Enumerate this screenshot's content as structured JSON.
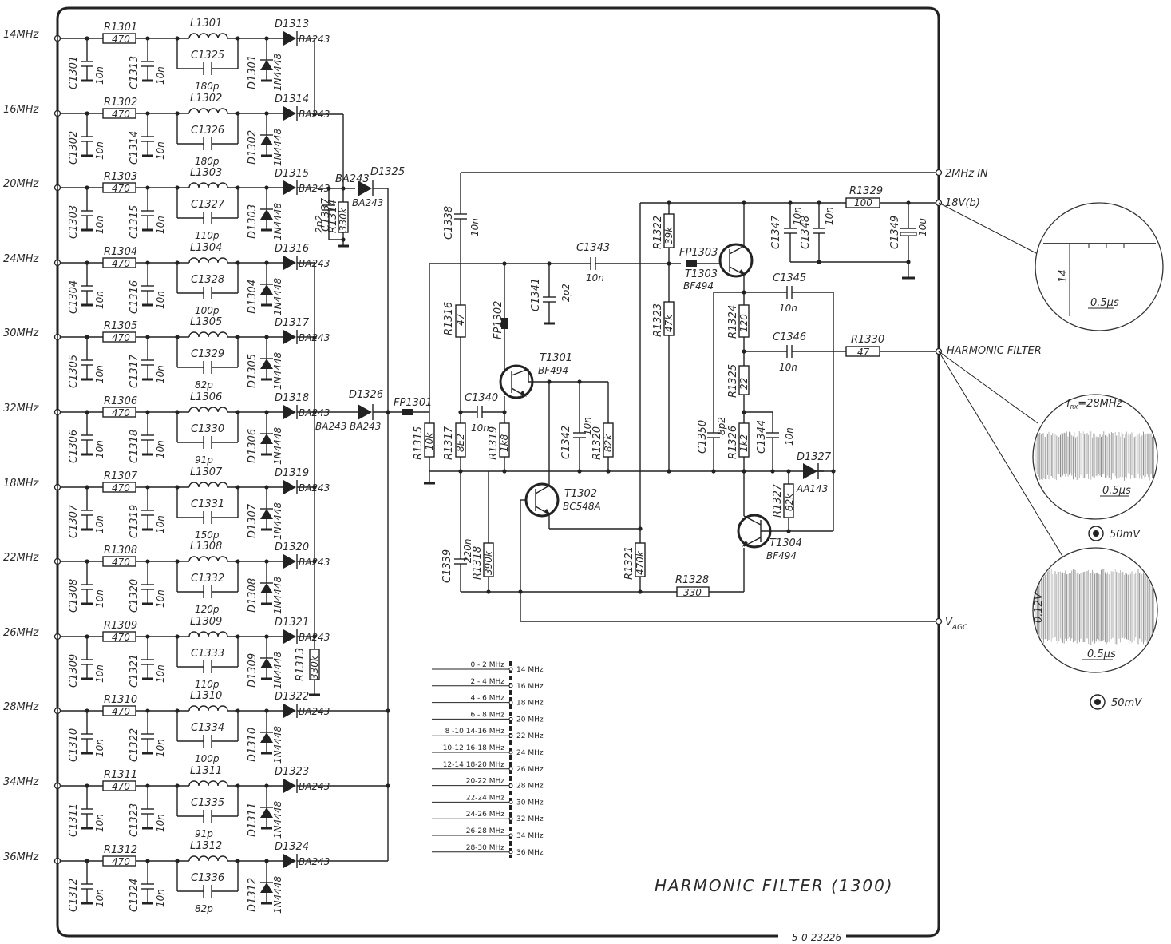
{
  "title": "HARMONIC FILTER (1300)",
  "drawing_number": "5-0-23226",
  "channels": [
    {
      "freq": "14MHz",
      "r": "R1301",
      "rv": "470",
      "c1": "C1301",
      "c2": "C1313",
      "cv": "10n",
      "l": "L1301",
      "cp": "C1325",
      "cpv": "180p",
      "d1": "D1313",
      "d1v": "BA243",
      "d2": "D1301",
      "d2v": "1N4448"
    },
    {
      "freq": "16MHz",
      "r": "R1302",
      "rv": "470",
      "c1": "C1302",
      "c2": "C1314",
      "cv": "10n",
      "l": "L1302",
      "cp": "C1326",
      "cpv": "180p",
      "d1": "D1314",
      "d1v": "BA243",
      "d2": "D1302",
      "d2v": "1N4448"
    },
    {
      "freq": "20MHz",
      "r": "R1303",
      "rv": "470",
      "c1": "C1303",
      "c2": "C1315",
      "cv": "10n",
      "l": "L1303",
      "cp": "C1327",
      "cpv": "110p",
      "d1": "D1315",
      "d1v": "BA243",
      "d2": "D1303",
      "d2v": "1N4448"
    },
    {
      "freq": "24MHz",
      "r": "R1304",
      "rv": "470",
      "c1": "C1304",
      "c2": "C1316",
      "cv": "10n",
      "l": "L1304",
      "cp": "C1328",
      "cpv": "100p",
      "d1": "D1316",
      "d1v": "BA243",
      "d2": "D1304",
      "d2v": "1N4448"
    },
    {
      "freq": "30MHz",
      "r": "R1305",
      "rv": "470",
      "c1": "C1305",
      "c2": "C1317",
      "cv": "10n",
      "l": "L1305",
      "cp": "C1329",
      "cpv": "82p",
      "d1": "D1317",
      "d1v": "BA243",
      "d2": "D1305",
      "d2v": "1N4448"
    },
    {
      "freq": "32MHz",
      "r": "R1306",
      "rv": "470",
      "c1": "C1306",
      "c2": "C1318",
      "cv": "10n",
      "l": "L1306",
      "cp": "C1330",
      "cpv": "91p",
      "d1": "D1318",
      "d1v": "BA243",
      "d2": "D1306",
      "d2v": "1N4448"
    },
    {
      "freq": "18MHz",
      "r": "R1307",
      "rv": "470",
      "c1": "C1307",
      "c2": "C1319",
      "cv": "10n",
      "l": "L1307",
      "cp": "C1331",
      "cpv": "150p",
      "d1": "D1319",
      "d1v": "BA243",
      "d2": "D1307",
      "d2v": "1N4448"
    },
    {
      "freq": "22MHz",
      "r": "R1308",
      "rv": "470",
      "c1": "C1308",
      "c2": "C1320",
      "cv": "10n",
      "l": "L1308",
      "cp": "C1332",
      "cpv": "120p",
      "d1": "D1320",
      "d1v": "BA243",
      "d2": "D1308",
      "d2v": "1N4448"
    },
    {
      "freq": "26MHz",
      "r": "R1309",
      "rv": "470",
      "c1": "C1309",
      "c2": "C1321",
      "cv": "10n",
      "l": "L1309",
      "cp": "C1333",
      "cpv": "110p",
      "d1": "D1321",
      "d1v": "BA243",
      "d2": "D1309",
      "d2v": "1N4448"
    },
    {
      "freq": "28MHz",
      "r": "R1310",
      "rv": "470",
      "c1": "C1310",
      "c2": "C1322",
      "cv": "10n",
      "l": "L1310",
      "cp": "C1334",
      "cpv": "100p",
      "d1": "D1322",
      "d1v": "BA243",
      "d2": "D1310",
      "d2v": "1N4448"
    },
    {
      "freq": "34MHz",
      "r": "R1311",
      "rv": "470",
      "c1": "C1311",
      "c2": "C1323",
      "cv": "10n",
      "l": "L1311",
      "cp": "C1335",
      "cpv": "91p",
      "d1": "D1323",
      "d1v": "BA243",
      "d2": "D1311",
      "d2v": "1N4448"
    },
    {
      "freq": "36MHz",
      "r": "R1312",
      "rv": "470",
      "c1": "C1312",
      "c2": "C1324",
      "cv": "10n",
      "l": "L1312",
      "cp": "C1336",
      "cpv": "82p",
      "d1": "D1324",
      "d1v": "BA243",
      "d2": "D1312",
      "d2v": "1N4448"
    }
  ],
  "bus": {
    "d1325": "D1325",
    "d1325v": "BA243",
    "d1326": "D1326",
    "d1326v": "BA243",
    "r1314": "R1314",
    "r1314v": "330k",
    "c1337": "C1337",
    "c1337v": "2p2",
    "r1313": "R1313",
    "r1313v": "330k",
    "fp1301": "FP1301"
  },
  "amp": {
    "c1338": "C1338",
    "c1338v": "10n",
    "c1343": "C1343",
    "c1343v": "10n",
    "c1341": "C1341",
    "c1341v": "2p2",
    "fp1302": "FP1302",
    "fp1303": "FP1303",
    "r1316": "R1316",
    "r1316v": "47",
    "t1301": "T1301",
    "t1301v": "BF494",
    "c1340": "C1340",
    "c1340v": "10n",
    "r1315": "R1315",
    "r1315v": "10k",
    "r1317": "R1317",
    "r1317v": "8E2",
    "r1319": "R1319",
    "r1319v": "1k8",
    "c1342": "C1342",
    "c1342v": "10n",
    "r1320": "R1320",
    "r1320v": "82k",
    "t1302": "T1302",
    "t1302v": "BC548A",
    "c1339": "C1339",
    "c1339v": "220n",
    "r1318": "R1318",
    "r1318v": "390k",
    "r1321": "R1321",
    "r1321v": "470k",
    "r1328": "R1328",
    "r1328v": "330",
    "r1322": "R1322",
    "r1322v": "39k",
    "r1323": "R1323",
    "r1323v": "47k",
    "t1303": "T1303",
    "t1303v": "BF494",
    "c1347": "C1347",
    "c1347v": "10n",
    "c1348": "C1348",
    "c1348v": "10n",
    "r1329": "R1329",
    "r1329v": "100",
    "c1349": "C1349",
    "c1349v": "10u",
    "c1345": "C1345",
    "c1345v": "10n",
    "r1324": "R1324",
    "r1324v": "120",
    "c1346": "C1346",
    "c1346v": "10n",
    "r1330": "R1330",
    "r1330v": "47",
    "r1325": "R1325",
    "r1325v": "22",
    "c1350": "C1350",
    "c1350v": "8p2",
    "r1326": "R1326",
    "r1326v": "1k2",
    "c1344": "C1344",
    "c1344v": "10n",
    "d1327": "D1327",
    "d1327v": "AA143",
    "r1327": "R1327",
    "r1327v": "82k",
    "t1304": "T1304",
    "t1304v": "BF494"
  },
  "ports": {
    "in2": "2MHz IN",
    "v18": "18V(b)",
    "hf": "HARMONIC FILTER",
    "vagc_main": "V",
    "vagc_sub": "AGC"
  },
  "scopes": [
    {
      "amp": "14",
      "time": "0.5µs"
    },
    {
      "header_main": "f",
      "header_sub": "RX",
      "header_tail": "=28MHz",
      "time": "0.5µs",
      "range": "50mV"
    },
    {
      "amp": "0.12V",
      "time": "0.5µs",
      "range": "50mV"
    }
  ],
  "table": [
    {
      "in": "0 - 2 MHz",
      "out": "14 MHz"
    },
    {
      "in": "2 - 4 MHz",
      "out": "16 MHz"
    },
    {
      "in": "4 - 6 MHz",
      "out": "18 MHz"
    },
    {
      "in": "6 - 8 MHz",
      "out": "20 MHz"
    },
    {
      "in": "8 -10  14-16 MHz",
      "out": "22 MHz"
    },
    {
      "in": "10-12  16-18 MHz",
      "out": "24 MHz"
    },
    {
      "in": "12-14  18-20 MHz",
      "out": "26 MHz"
    },
    {
      "in": "20-22 MHz",
      "out": "28 MHz"
    },
    {
      "in": "22-24 MHz",
      "out": "30 MHz"
    },
    {
      "in": "24-26 MHz",
      "out": "32 MHz"
    },
    {
      "in": "26-28 MHz",
      "out": "34 MHz"
    },
    {
      "in": "28-30 MHz",
      "out": "36 MHz"
    }
  ]
}
